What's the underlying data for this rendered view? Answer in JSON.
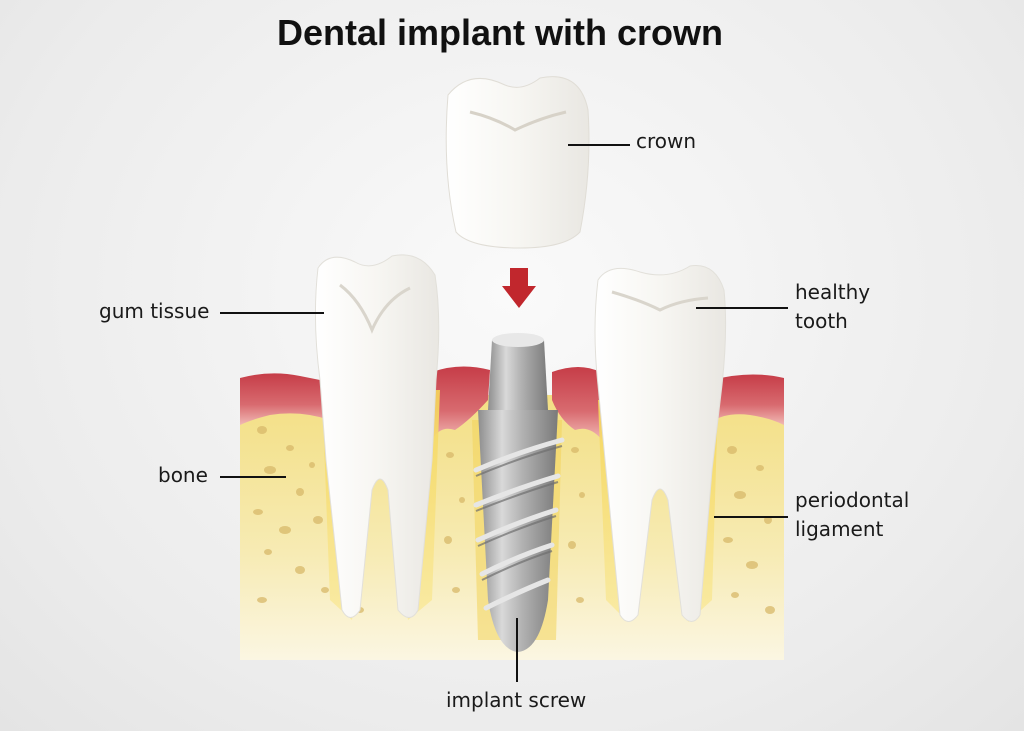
{
  "title": "Dental implant with crown",
  "labels": {
    "crown": "crown",
    "gum_tissue": "gum tissue",
    "healthy_tooth_line1": "healthy",
    "healthy_tooth_line2": "tooth",
    "bone": "bone",
    "periodontal_line1": "periodontal",
    "periodontal_line2": "ligament",
    "implant_screw": "implant screw"
  },
  "colors": {
    "gum": "#c9444f",
    "bone": "#f2e39a",
    "tooth": "#f6f6f4",
    "implant": "#a8a8a8",
    "arrow": "#c1272d"
  },
  "icons": {
    "arrow": "down-arrow-icon"
  }
}
